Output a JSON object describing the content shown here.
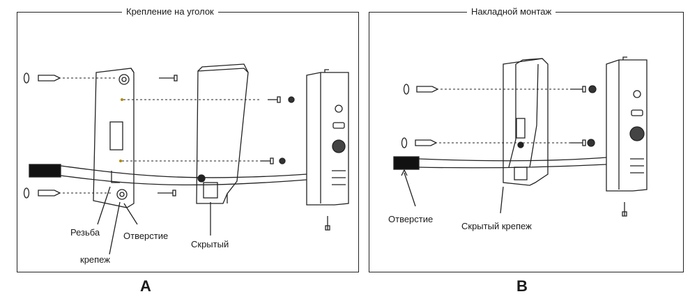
{
  "panel_a": {
    "title": "Крепление на уголок",
    "labels": {
      "thread": "Резьба",
      "hole": "Отверстие",
      "fastener": "крепеж",
      "hidden": "Скрытый"
    },
    "letter": "A"
  },
  "panel_b": {
    "title": "Накладной монтаж",
    "labels": {
      "hole": "Отверстие",
      "hidden_fastener": "Скрытый крепеж"
    },
    "letter": "B"
  }
}
